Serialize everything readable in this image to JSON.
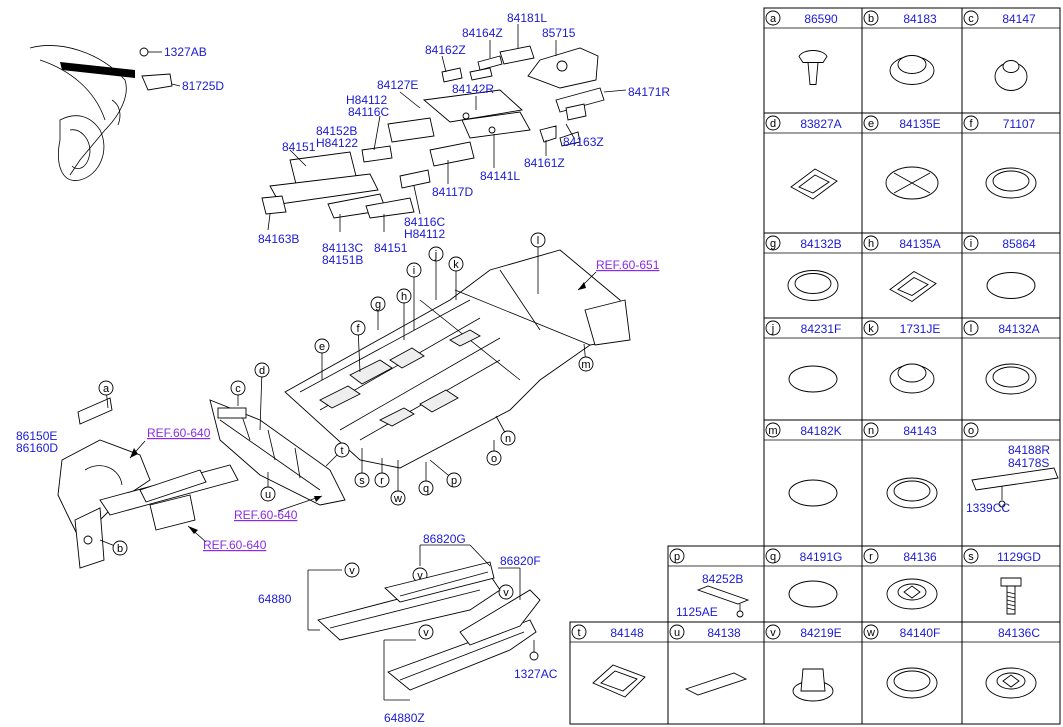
{
  "colors": {
    "part_number": "#1a1ad6",
    "reference": "#8a2be2",
    "line": "#000000"
  },
  "labels": {
    "n1327AB": "1327AB",
    "n81725D": "81725D",
    "n84181L": "84181L",
    "n84164Z": "84164Z",
    "n85715": "85715",
    "n84162Z": "84162Z",
    "n84127E": "84127E",
    "n84142R": "84142R",
    "n84171R": "84171R",
    "n84112a": "H84112",
    "n84116C_a": "84116C",
    "n84152B": "84152B",
    "n84122": "H84122",
    "n84151a": "84151",
    "n84163Z": "84163Z",
    "n84161Z": "84161Z",
    "n84141L": "84141L",
    "n84117D": "84117D",
    "n84163B": "84163B",
    "n84116C_b": "84116C",
    "n84112b": "H84112",
    "n84113C": "84113C",
    "n84151b": "84151",
    "n84151B": "84151B",
    "ref651": "REF.60-651",
    "ref640a": "REF.60-640",
    "ref640b": "REF.60-640",
    "ref640c": "REF.60-640",
    "n86150E": "86150E",
    "n86160D": "86160D",
    "n86820G": "86820G",
    "n86820F": "86820F",
    "n64880": "64880",
    "n64880Z": "64880Z",
    "n1327AC": "1327AC"
  },
  "callouts": [
    "a",
    "b",
    "c",
    "d",
    "e",
    "f",
    "g",
    "h",
    "i",
    "j",
    "k",
    "l",
    "m",
    "n",
    "o",
    "p",
    "q",
    "r",
    "s",
    "t",
    "u",
    "v",
    "w"
  ],
  "legend": {
    "row1": [
      {
        "letter": "a",
        "part": "86590"
      },
      {
        "letter": "b",
        "part": "84183"
      },
      {
        "letter": "c",
        "part": "84147"
      }
    ],
    "row2": [
      {
        "letter": "d",
        "part": "83827A"
      },
      {
        "letter": "e",
        "part": "84135E"
      },
      {
        "letter": "f",
        "part": "71107"
      }
    ],
    "row3": [
      {
        "letter": "g",
        "part": "84132B"
      },
      {
        "letter": "h",
        "part": "84135A"
      },
      {
        "letter": "i",
        "part": "85864"
      }
    ],
    "row4": [
      {
        "letter": "j",
        "part": "84231F"
      },
      {
        "letter": "k",
        "part": "1731JE"
      },
      {
        "letter": "l",
        "part": "84132A"
      }
    ],
    "row5": [
      {
        "letter": "m",
        "part": "84182K"
      },
      {
        "letter": "n",
        "part": "84143"
      },
      {
        "letter": "o",
        "part": ""
      }
    ],
    "o_extra": {
      "p1": "84188R",
      "p2": "84178S",
      "p3": "1339CC"
    },
    "row6": [
      {
        "letter": "p",
        "part": ""
      },
      {
        "letter": "q",
        "part": "84191G"
      },
      {
        "letter": "r",
        "part": "84136"
      },
      {
        "letter": "s",
        "part": "1129GD"
      }
    ],
    "p_extra": {
      "p1": "84252B",
      "p2": "1125AE"
    },
    "row7": [
      {
        "letter": "t",
        "part": "84148"
      },
      {
        "letter": "u",
        "part": "84138"
      },
      {
        "letter": "v",
        "part": "84219E"
      },
      {
        "letter": "w",
        "part": "84140F"
      },
      {
        "letter": "",
        "part": "84136C"
      }
    ]
  }
}
